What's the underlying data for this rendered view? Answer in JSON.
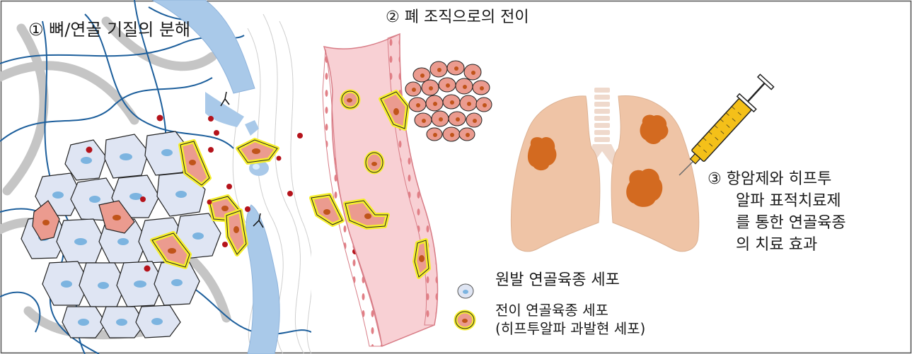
{
  "labels": {
    "step1": "① 뼈/연골 기질의 분해",
    "step2": "② 폐 조직으로의 전이",
    "step3_lines": [
      "③ 항암제와 히프투",
      "알파 표적치료제",
      "를 통한 연골육종",
      "의 치료 효과"
    ]
  },
  "legend": {
    "primary_label": "원발 연골육종 세포",
    "metastatic_line1": "전이 연골육종 세포",
    "metastatic_line2": "(히프투알파 과발현 세포)"
  },
  "colors": {
    "bone_blue": "#a9c9e9",
    "primary_cell": "#dfe5f3",
    "cell_nucleus": "#7cb4e0",
    "metastatic_cell": "#eb9b8f",
    "halo_yellow": "#f6ef2c",
    "vessel_pink": "#f8d0d4",
    "lung": "#efc4a6",
    "tumor": "#d36a20",
    "syringe_yellow": "#f4c019",
    "fiber_blue": "#1d5f9c",
    "fiber_gray": "#bfbfbf",
    "dot_red": "#b5131b"
  },
  "icons": [
    "primary-cell-icon",
    "metastatic-cell-icon",
    "syringe-icon",
    "lung-icon",
    "blood-vessel-icon"
  ]
}
